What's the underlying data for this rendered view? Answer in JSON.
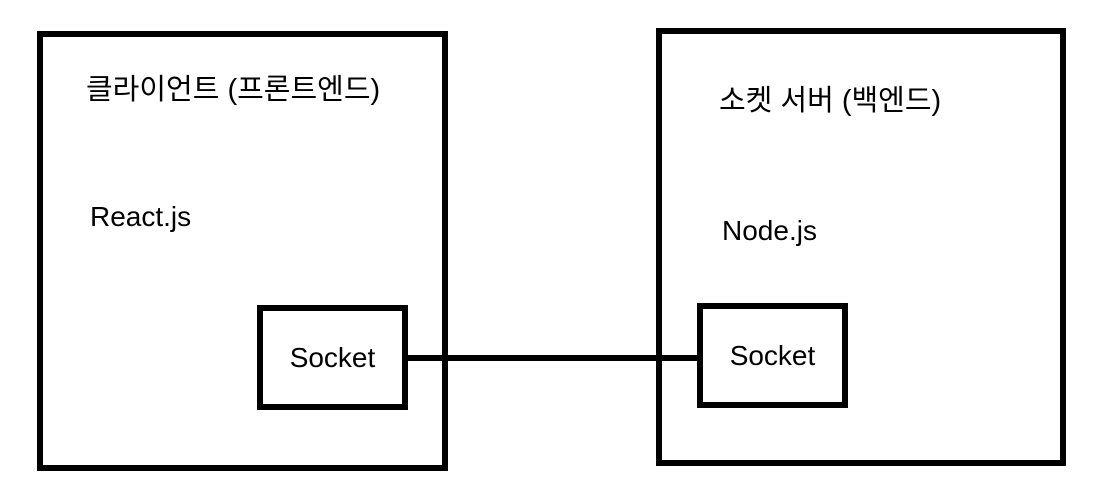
{
  "diagram": {
    "colors": {
      "line": "#000000",
      "background": "#ffffff",
      "text": "#000000"
    },
    "nodes": {
      "client": {
        "title": "클라이언트 (프론트엔드)",
        "tech": "React.js",
        "socket_label": "Socket"
      },
      "server": {
        "title": "소켓 서버 (백엔드)",
        "tech": "Node.js",
        "socket_label": "Socket"
      }
    },
    "connection": {
      "type": "line",
      "from": "client socket",
      "to": "server socket"
    }
  }
}
